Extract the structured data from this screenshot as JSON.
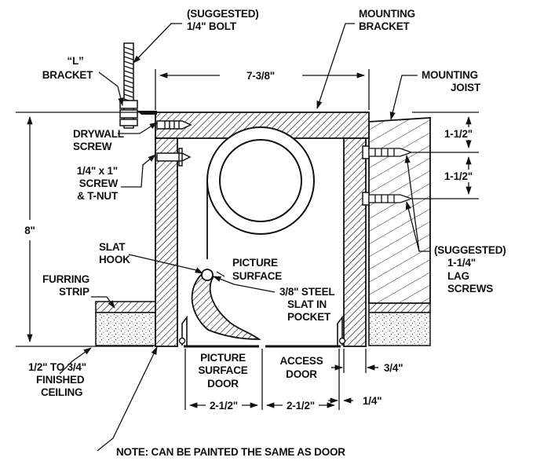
{
  "labels": {
    "suggested_bolt_1": "(SUGGESTED)",
    "suggested_bolt_2": "1/4\" BOLT",
    "mounting_bracket_1": "MOUNTING",
    "mounting_bracket_2": "BRACKET",
    "l_bracket_1": "“L”",
    "l_bracket_2": "BRACKET",
    "width_total": "7-3/8\"",
    "mounting_joist_1": "MOUNTING",
    "mounting_joist_2": "JOIST",
    "drywall_screw_1": "DRYWALL",
    "drywall_screw_2": "SCREW",
    "screw_tnut_1": "1/4\" x 1\"",
    "screw_tnut_2": "SCREW",
    "screw_tnut_3": "& T-NUT",
    "height_total": "8\"",
    "spacing_upper": "1-1/2\"",
    "spacing_lower": "1-1/2\"",
    "slat_hook_1": "SLAT",
    "slat_hook_2": "HOOK",
    "picture_surface_1": "PICTURE",
    "picture_surface_2": "SURFACE",
    "lag_screws_1": "(SUGGESTED)",
    "lag_screws_2": "1-1/4\"",
    "lag_screws_3": "LAG",
    "lag_screws_4": "SCREWS",
    "furring_strip_1": "FURRING",
    "furring_strip_2": "STRIP",
    "steel_slat_1": "3/8\" STEEL",
    "steel_slat_2": "SLAT IN",
    "steel_slat_3": "POCKET",
    "pic_door_1": "PICTURE",
    "pic_door_2": "SURFACE",
    "pic_door_3": "DOOR",
    "access_door_1": "ACCESS",
    "access_door_2": "DOOR",
    "wall_thickness": "3/4\"",
    "ceiling_1": "1/2\" TO 3/4\"",
    "ceiling_2": "FINISHED",
    "ceiling_3": "CEILING",
    "door_width_left": "2-1/2\"",
    "door_width_right": "2-1/2\"",
    "gap": "1/4\"",
    "note": "NOTE: CAN BE PAINTED THE SAME AS DOOR"
  }
}
